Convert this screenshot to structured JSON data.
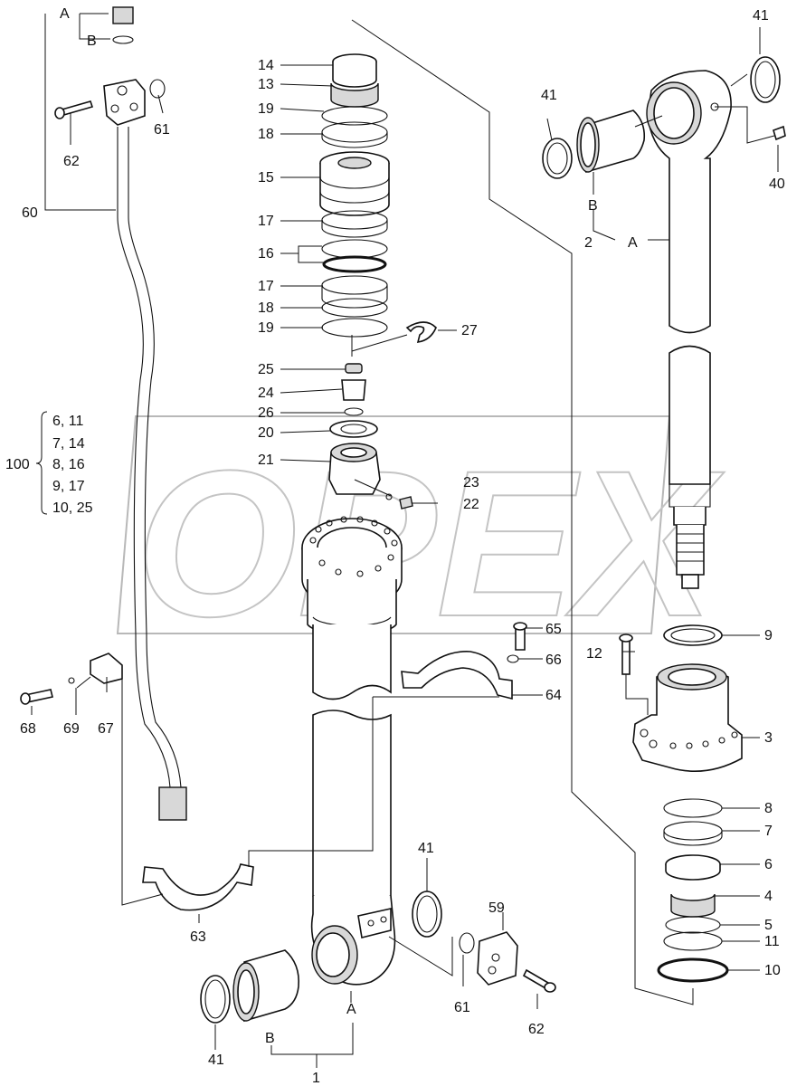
{
  "diagram": {
    "watermark": "OPEX",
    "labels": {
      "p1": "1",
      "p2": "2",
      "p3": "3",
      "p4": "4",
      "p5": "5",
      "p6": "6",
      "p7": "7",
      "p8": "8",
      "p9": "9",
      "p10": "10",
      "p11": "11",
      "p12": "12",
      "p13": "13",
      "p14": "14",
      "p15": "15",
      "p16": "16",
      "p17a": "17",
      "p17b": "17",
      "p18a": "18",
      "p18b": "18",
      "p19a": "19",
      "p19b": "19",
      "p20": "20",
      "p21": "21",
      "p22": "22",
      "p23": "23",
      "p24": "24",
      "p25": "25",
      "p26": "26",
      "p27": "27",
      "p40": "40",
      "p41a": "41",
      "p41b": "41",
      "p41c": "41",
      "p41d": "41",
      "p59": "59",
      "p60": "60",
      "p61a": "61",
      "p61b": "61",
      "p62a": "62",
      "p62b": "62",
      "p63": "63",
      "p64": "64",
      "p65": "65",
      "p66": "66",
      "p67": "67",
      "p68": "68",
      "p69": "69",
      "A1": "A",
      "B1": "B",
      "A2": "A",
      "B2": "B",
      "A3": "A",
      "B3": "B"
    },
    "kit": {
      "label": "100",
      "rows": [
        "6, 11",
        "7, 14",
        "8, 16",
        "9, 17",
        "10, 25"
      ]
    }
  }
}
